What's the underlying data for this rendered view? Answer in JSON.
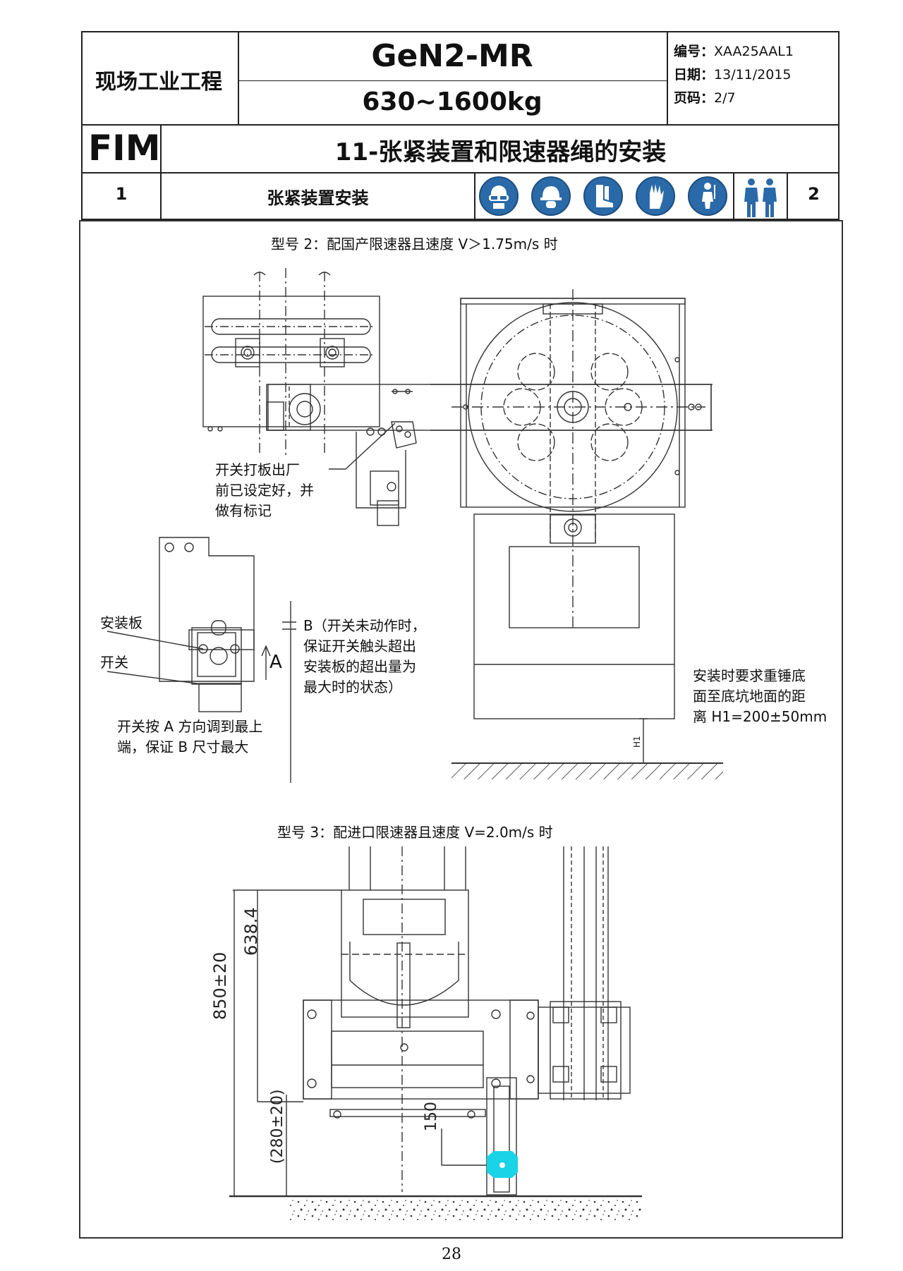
{
  "header": {
    "department": "现场工业工程",
    "model": "GeN2-MR",
    "capacity": "630~1600kg",
    "code_label": "编号：",
    "code_value": "XAA25AAL1",
    "date_label": "日期：",
    "date_value": "13/11/2015",
    "page_label": "页码：",
    "page_value": "2/7",
    "manual": "FIM",
    "title": "11-张紧装置和限速器绳的安装",
    "step_number": "1",
    "step_title": "张紧装置安装",
    "persons": "2"
  },
  "ppe_icons": [
    "safety-goggles-icon",
    "hard-hat-icon",
    "safety-boots-icon",
    "protective-gloves-icon",
    "safety-harness-icon"
  ],
  "colors": {
    "ppe_blue": "#2b6aa8",
    "cyan_part": "#19d3e6"
  },
  "diagram1": {
    "caption": "型号 2：配国产限速器且速度 V＞1.75m/s 时",
    "note_switch_plate": [
      "开关打板出厂",
      "前已设定好，并",
      "做有标记"
    ],
    "label_mount_plate": "安装板",
    "label_switch": "开关",
    "label_a": "A",
    "note_b": [
      "B（开关未动作时，",
      "保证开关触头超出",
      "安装板的超出量为",
      "最大时的状态）"
    ],
    "note_adjust": [
      "开关按 A 方向调到最上",
      "端，保证 B 尺寸最大"
    ],
    "note_weight": [
      "安装时要求重锤底",
      "面至底坑地面的距",
      "离 H1=200±50mm"
    ],
    "label_h1": "H1"
  },
  "diagram2": {
    "caption": "型号 3：配进口限速器且速度 V=2.0m/s 时",
    "dim_total": "850±20",
    "dim_upper": "638.4",
    "dim_lower": "(280±20)",
    "dim_150": "150"
  },
  "page_number": "28"
}
